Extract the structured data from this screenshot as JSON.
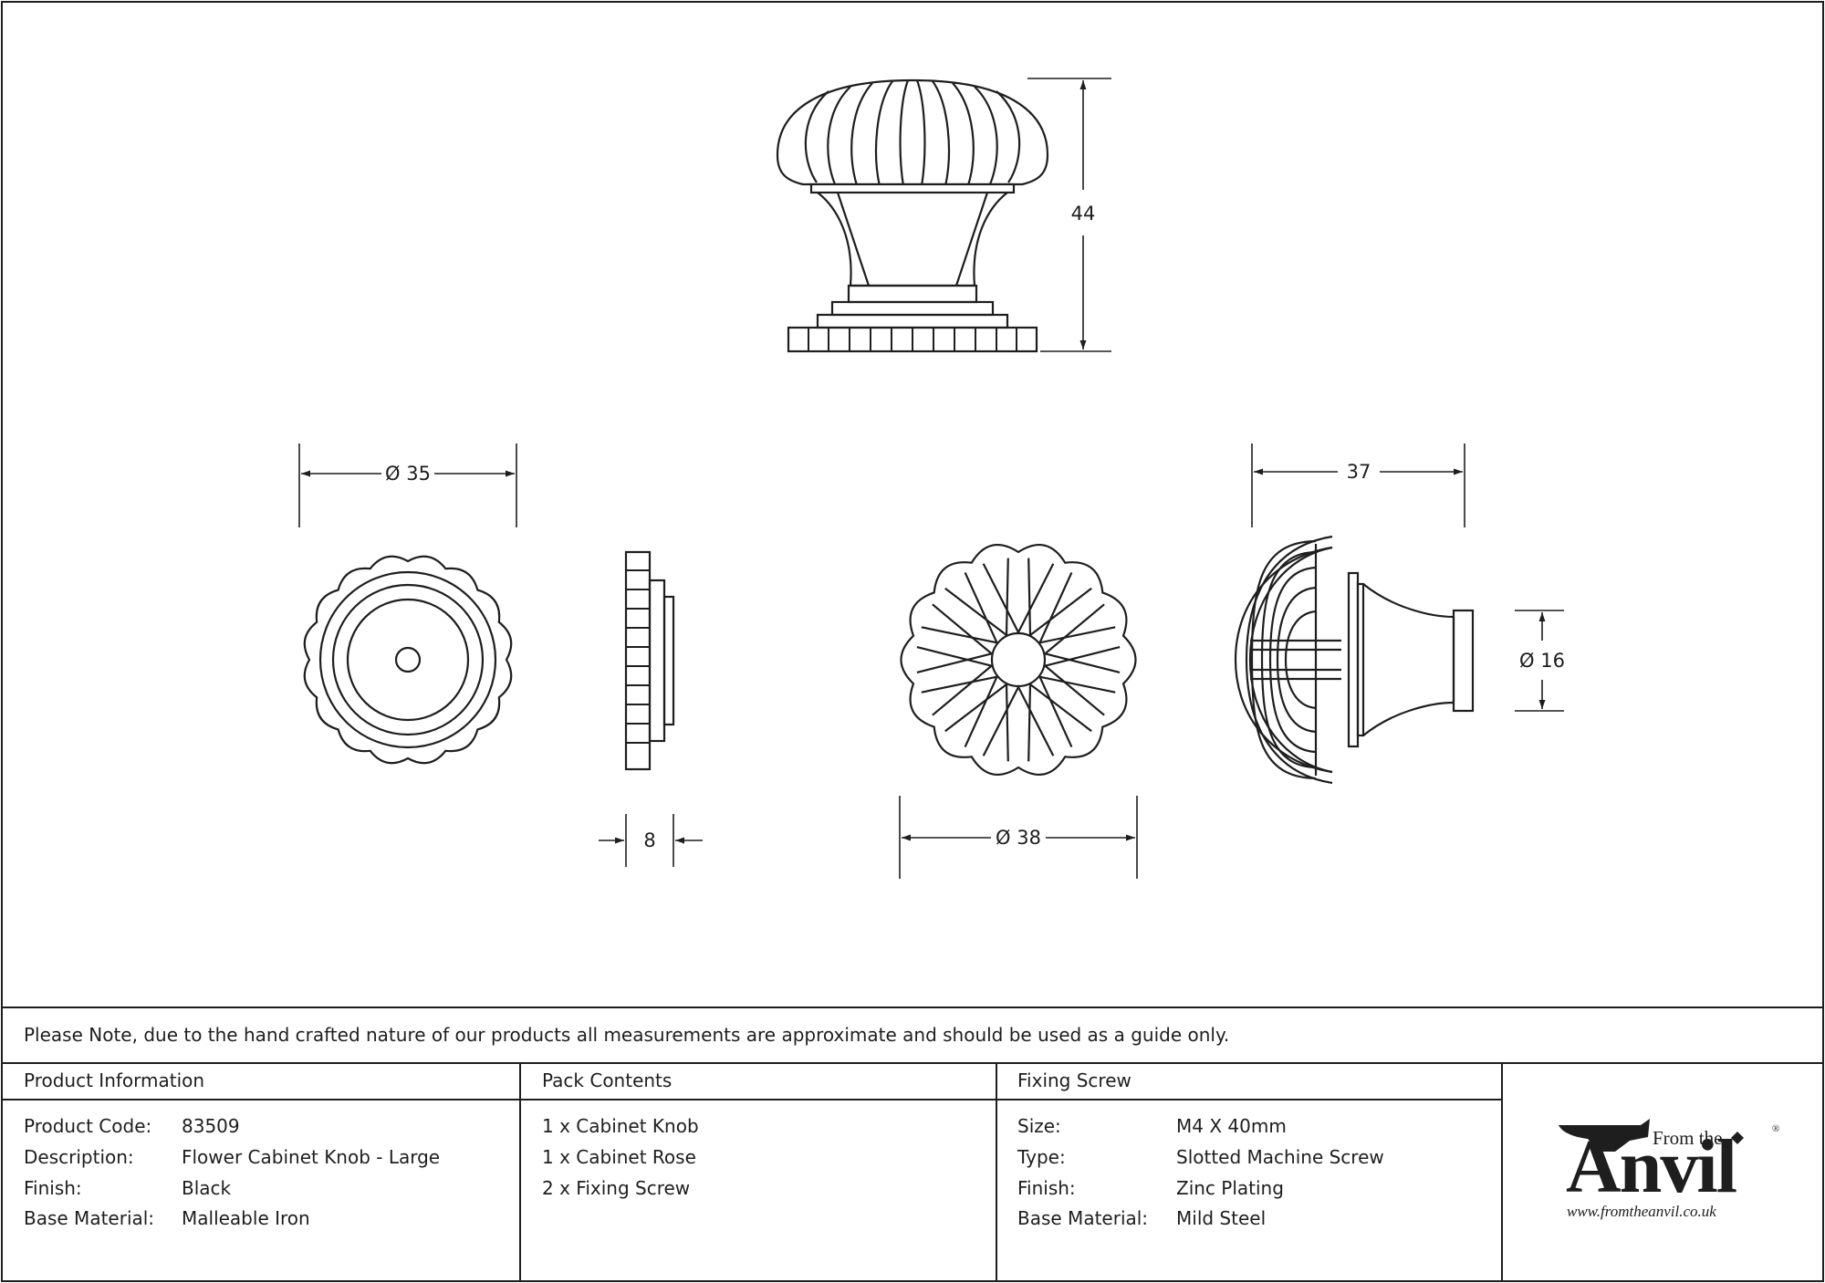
{
  "dimensions": {
    "height": "44",
    "back_diameter": "Ø 35",
    "rose_thickness": "8",
    "front_diameter": "Ø 38",
    "side_depth": "37",
    "neck_diameter": "Ø 16"
  },
  "note": "Please Note, due to the hand crafted nature of our products all measurements are approximate and should be used as a guide only.",
  "product_info": {
    "header": "Product Information",
    "rows": [
      {
        "label": "Product Code:",
        "value": "83509"
      },
      {
        "label": "Description:",
        "value": "Flower Cabinet Knob - Large"
      },
      {
        "label": "Finish:",
        "value": "Black"
      },
      {
        "label": "Base Material:",
        "value": "Malleable Iron"
      }
    ]
  },
  "pack_contents": {
    "header": "Pack Contents",
    "items": [
      "1 x Cabinet Knob",
      "1 x Cabinet Rose",
      "2 x Fixing Screw"
    ]
  },
  "fixing_screw": {
    "header": "Fixing Screw",
    "rows": [
      {
        "label": "Size:",
        "value": "M4 X 40mm"
      },
      {
        "label": "Type:",
        "value": "Slotted Machine Screw"
      },
      {
        "label": "Finish:",
        "value": "Zinc Plating"
      },
      {
        "label": "Base Material:",
        "value": "Mild Steel"
      }
    ]
  },
  "logo": {
    "from_the": "From the",
    "brand": "Anvil",
    "registered": "®",
    "url": "www.fromtheanvil.co.uk"
  }
}
